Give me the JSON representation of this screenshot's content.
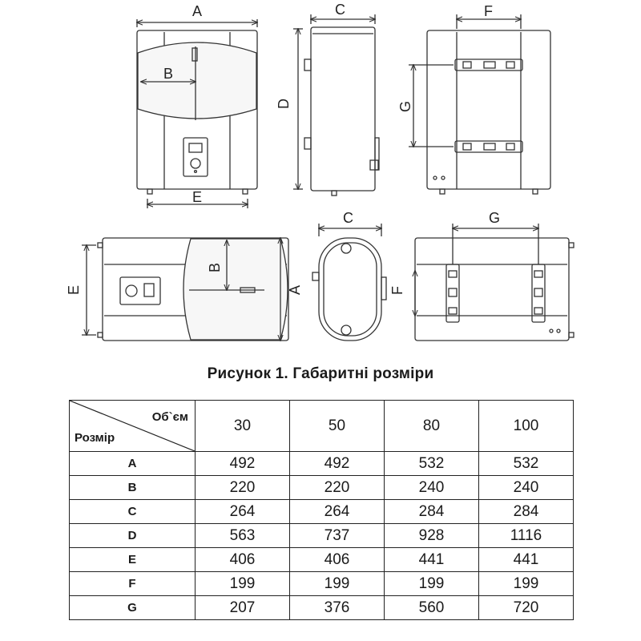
{
  "drawing_labels": {
    "front": {
      "a": "A",
      "b": "B",
      "e": "E"
    },
    "side": {
      "c": "C",
      "d": "D"
    },
    "back": {
      "f": "F",
      "g": "G"
    },
    "horiz_front": {
      "e": "E",
      "b": "B",
      "a": "A"
    },
    "horiz_end": {
      "c": "C"
    },
    "horiz_back": {
      "g": "G",
      "f": "F"
    }
  },
  "caption": "Рисунок 1. Габаритні розміри",
  "table": {
    "corner_top": "Об`єм",
    "corner_bottom": "Розмір",
    "volumes": [
      "30",
      "50",
      "80",
      "100"
    ],
    "rows": [
      {
        "label": "A",
        "values": [
          "492",
          "492",
          "532",
          "532"
        ]
      },
      {
        "label": "B",
        "values": [
          "220",
          "220",
          "240",
          "240"
        ]
      },
      {
        "label": "C",
        "values": [
          "264",
          "264",
          "284",
          "284"
        ]
      },
      {
        "label": "D",
        "values": [
          "563",
          "737",
          "928",
          "1116"
        ]
      },
      {
        "label": "E",
        "values": [
          "406",
          "406",
          "441",
          "441"
        ]
      },
      {
        "label": "F",
        "values": [
          "199",
          "199",
          "199",
          "199"
        ]
      },
      {
        "label": "G",
        "values": [
          "207",
          "376",
          "560",
          "720"
        ]
      }
    ]
  }
}
